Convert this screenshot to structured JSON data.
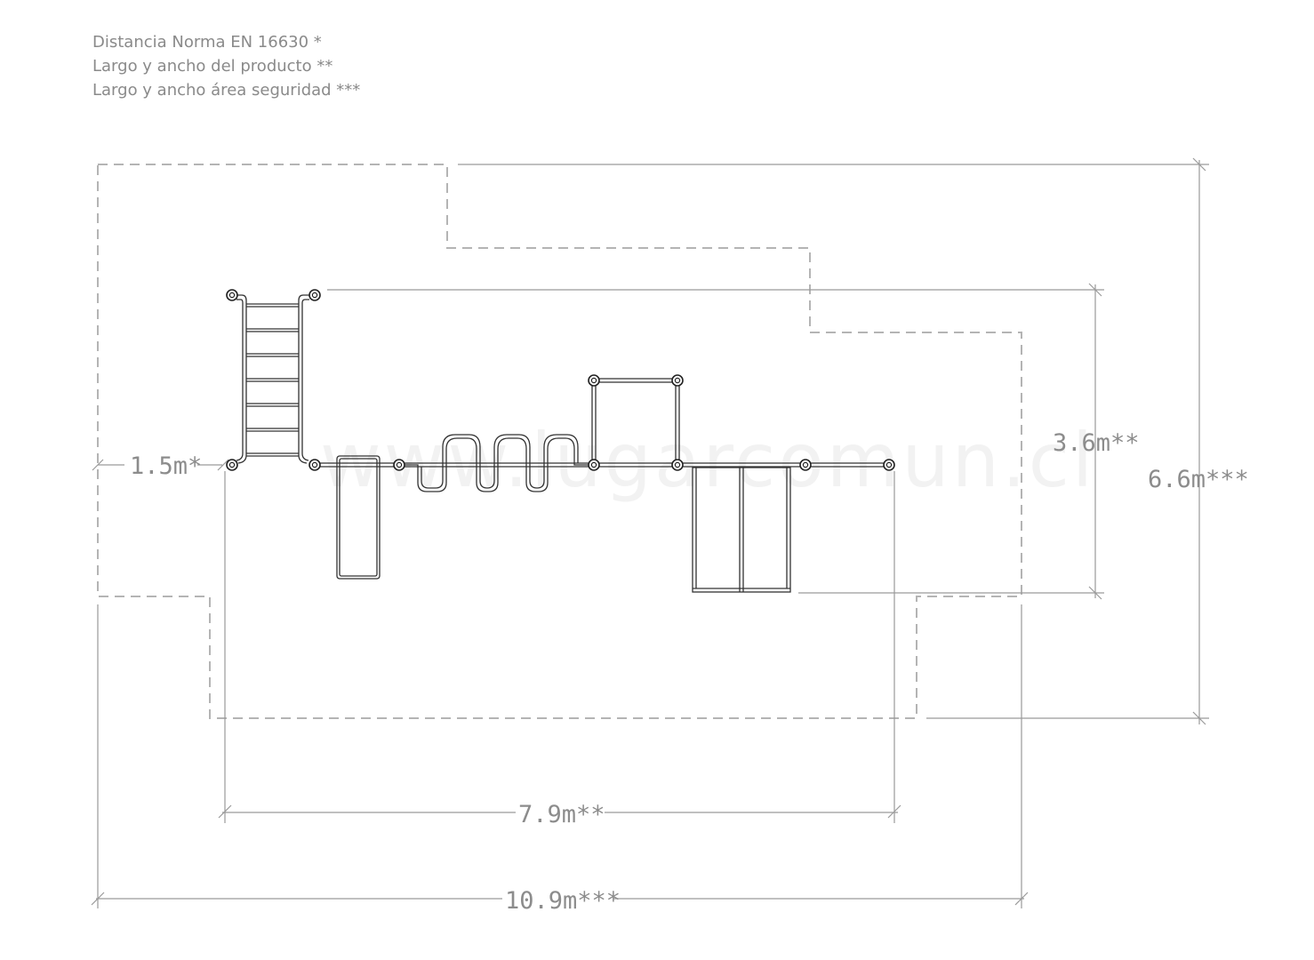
{
  "legend": {
    "line1": "Distancia Norma EN 16630 *",
    "line2": "Largo y ancho del producto **",
    "line3": "Largo y ancho área seguridad ***"
  },
  "watermark": "www.lugarcomun.cl",
  "dimensions": {
    "side_distance": "1.5m*",
    "product_width": "3.6m**",
    "safety_width": "6.6m***",
    "product_length": "7.9m**",
    "safety_length": "10.9m***"
  },
  "colors": {
    "dimension_lines": "#9a9a9a",
    "safety_area_dashes": "#b4b4b4",
    "equipment": "#333333",
    "watermark": "#f2f2f2"
  }
}
